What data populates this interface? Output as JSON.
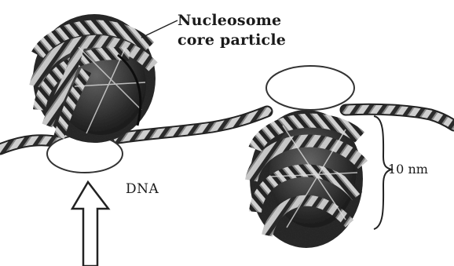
{
  "labels": {
    "core_particle_line1": "Nucleosome",
    "core_particle_line2": "core particle",
    "dna": "DNA",
    "dimension": "10 nm"
  }
}
